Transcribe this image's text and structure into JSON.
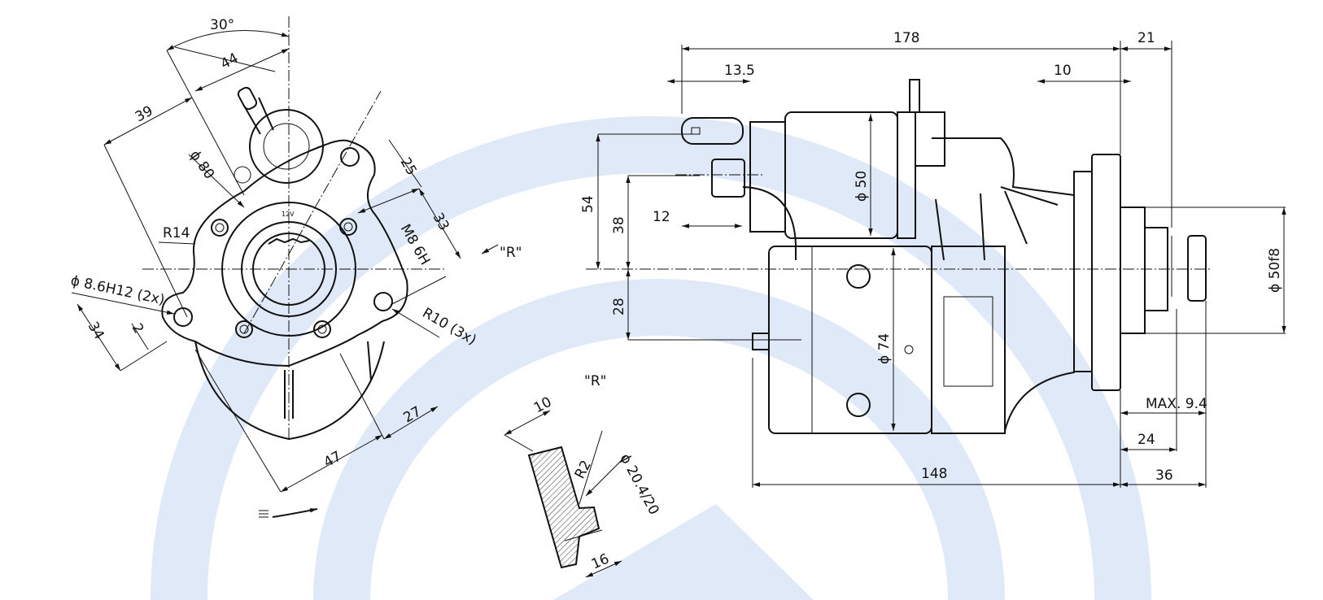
{
  "background": {
    "watermark_color": "#dbe7f7"
  },
  "left_view": {
    "angle_label": "30°",
    "dims": {
      "d44": "44",
      "d39": "39",
      "d80": "ϕ 80",
      "d25": "25",
      "d33": "33",
      "m8": "M8 6H",
      "r14": "R14",
      "hole": "ϕ 8.6H12 (2x)",
      "d34": "34",
      "d2": "2",
      "r10": "R10 (3x)",
      "d27": "27",
      "d47": "47"
    },
    "voltage_label": "12V",
    "view_ref": "\"R\""
  },
  "detail_r": {
    "title": "\"R\"",
    "dims": {
      "d10": "10",
      "r2": "R2",
      "dia": "ϕ 20.4/20",
      "d16": "16"
    }
  },
  "side_view": {
    "dims": {
      "d178": "178",
      "d21": "21",
      "d13_5": "13.5",
      "d10": "10",
      "d54": "54",
      "d38": "38",
      "d12": "12",
      "d28": "28",
      "phi50": "ϕ 50",
      "phi74": "ϕ 74",
      "phi50f8": "ϕ 50f8",
      "max94": "MAX. 9.4",
      "d24": "24",
      "d148": "148",
      "d36": "36"
    }
  }
}
